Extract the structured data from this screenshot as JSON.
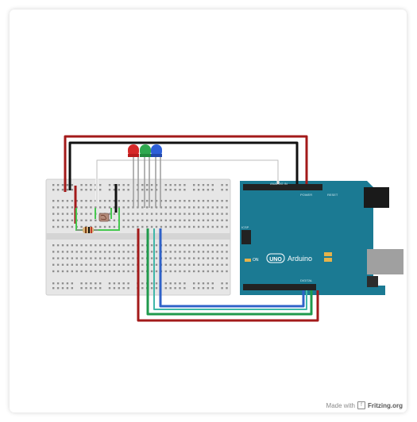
{
  "footer": {
    "made_with": "Made with",
    "brand": "Fritzing.org",
    "logo_icon": "fritzing-logo-icon"
  },
  "arduino": {
    "brand": "Arduino",
    "model": "UNO",
    "on_label": "ON",
    "analog_label": "ANALOG IN",
    "power_label": "POWER",
    "digital_label": "DIGITAL",
    "reset_label": "RESET",
    "icsp_label": "ICSP",
    "color": "#1b7a93"
  },
  "leds": [
    {
      "name": "red",
      "color": "#d62828"
    },
    {
      "name": "green",
      "color": "#2fa84f"
    },
    {
      "name": "blue",
      "color": "#2d5fd8"
    }
  ],
  "wires": {
    "red": "#a31a1a",
    "black": "#111111",
    "green": "#1f9a4c",
    "teal": "#3fb7a8",
    "blue": "#2f62c8",
    "white": "#ffffff"
  }
}
